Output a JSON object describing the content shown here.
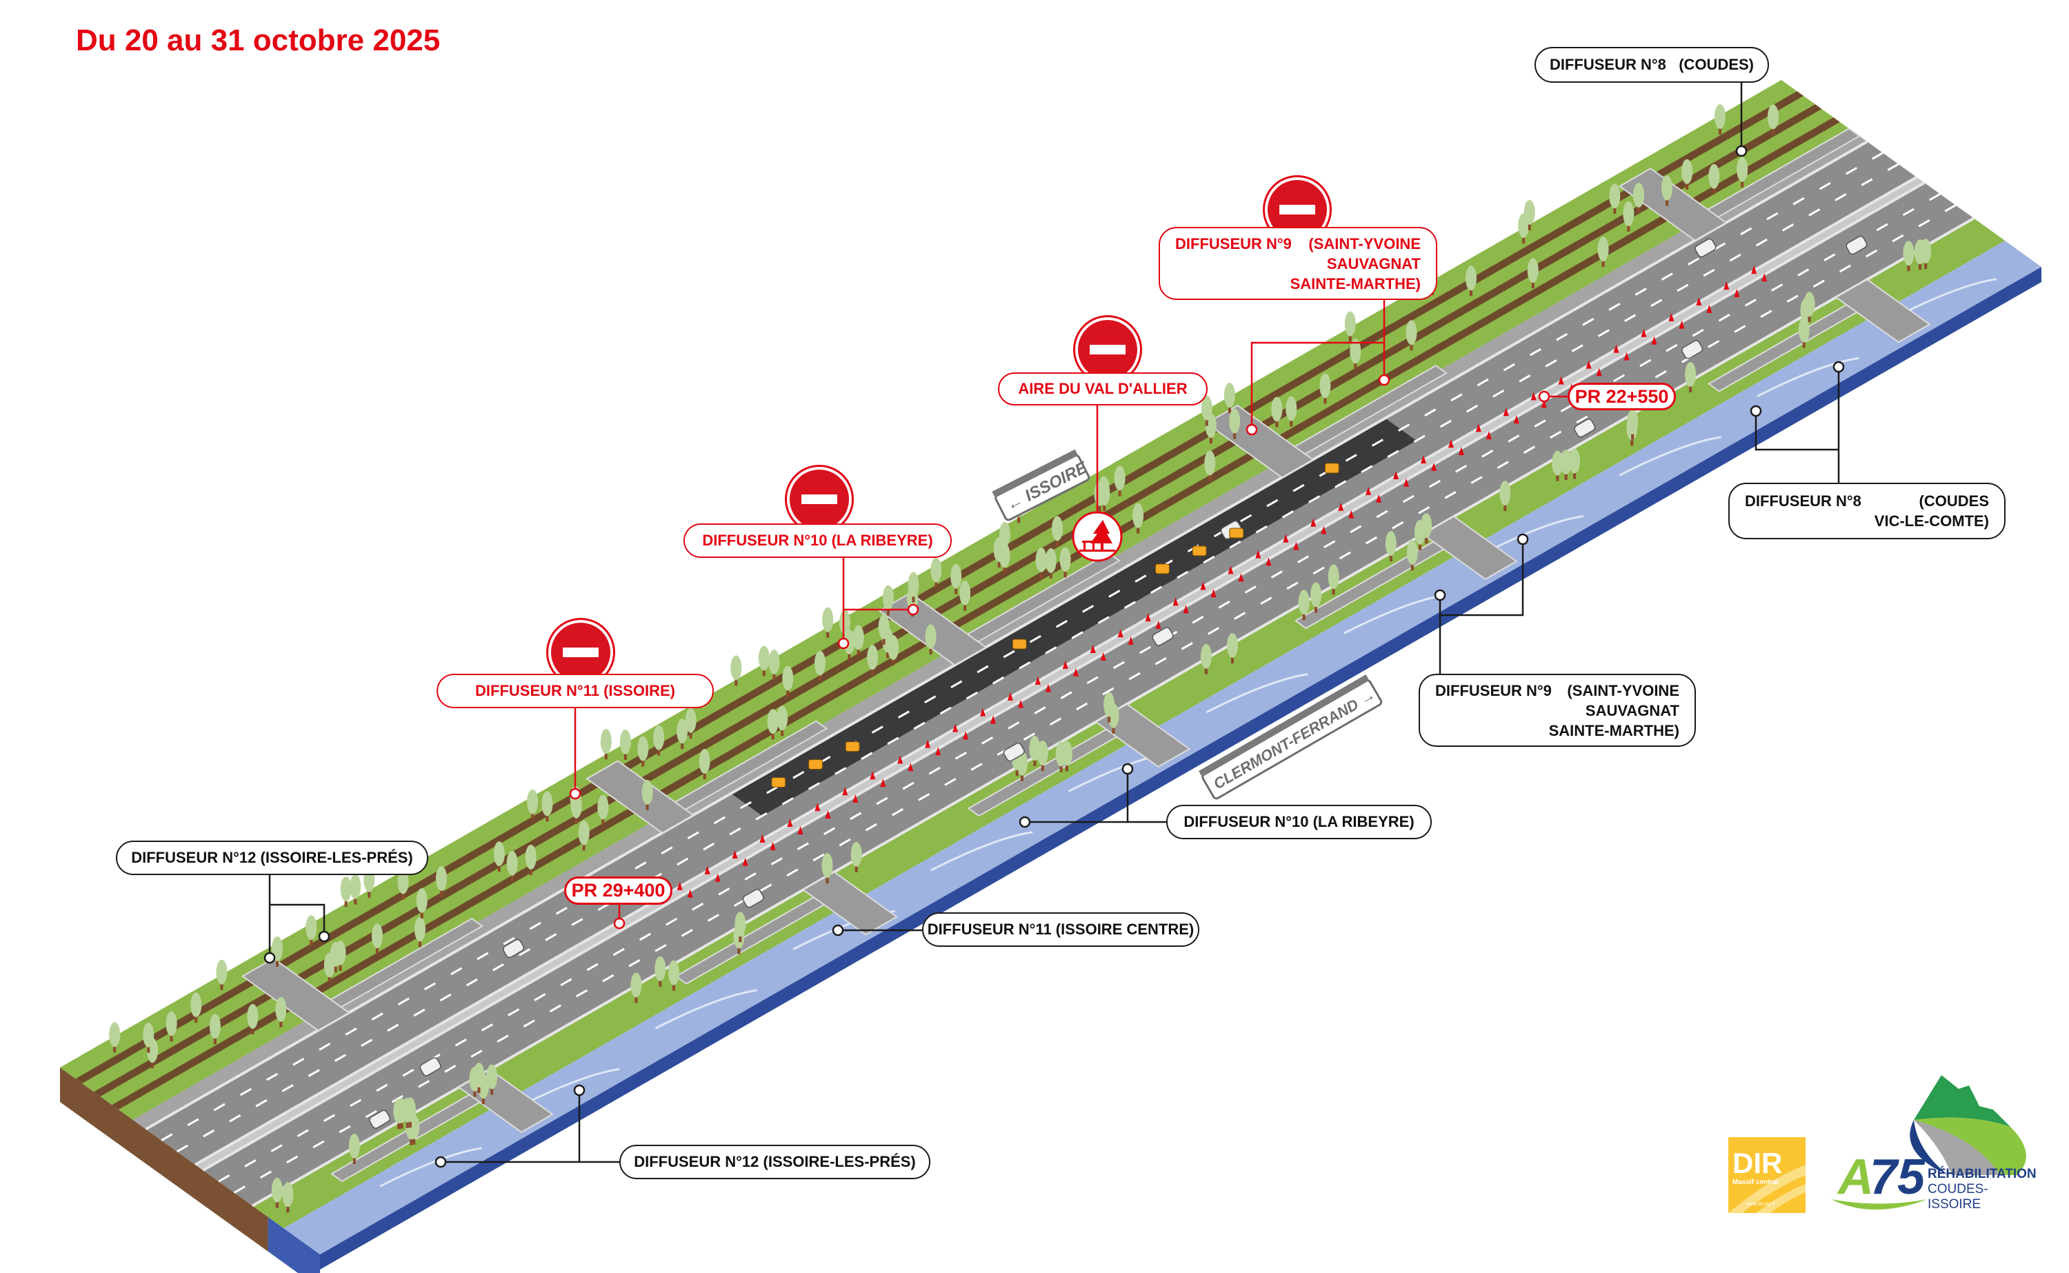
{
  "title": "Du 20 au 31 octobre 2025",
  "colors": {
    "accent_red": "#e30613",
    "grass": "#8db84a",
    "road": "#8c8c8c",
    "asphalt_work": "#3a3a3c",
    "river": "#9fb3e0",
    "earth": "#7a5233"
  },
  "closed_labels": {
    "diffuseur_11": "DIFFUSEUR N°11 (ISSOIRE)",
    "diffuseur_10": "DIFFUSEUR N°10 (LA RIBEYRE)",
    "aire": "AIRE DU VAL D'ALLIER",
    "diffuseur_9": {
      "name": "DIFFUSEUR N°9",
      "line1": "(SAINT-YVOINE",
      "line2": "SAUVAGNAT",
      "line3": "SAINTE-MARTHE)"
    }
  },
  "labels": {
    "diffuseur_8_top": "DIFFUSEUR N°8   (COUDES)",
    "diffuseur_8_right": {
      "name": "DIFFUSEUR N°8",
      "line1": "(COUDES",
      "line2": "VIC-LE-COMTE)"
    },
    "diffuseur_9_right": {
      "name": "DIFFUSEUR N°9",
      "line1": "(SAINT-YVOINE",
      "line2": "SAUVAGNAT",
      "line3": "SAINTE-MARTHE)"
    },
    "diffuseur_10_bottom": "DIFFUSEUR N°10 (LA RIBEYRE)",
    "diffuseur_11_bottom": "DIFFUSEUR N°11 (ISSOIRE CENTRE)",
    "diffuseur_12_bottom": "DIFFUSEUR N°12 (ISSOIRE-LES-PRÉS)",
    "diffuseur_12_top": "DIFFUSEUR N°12 (ISSOIRE-LES-PRÉS)"
  },
  "markers": {
    "pr_start": "PR 29+400",
    "pr_end": "PR 22+550"
  },
  "signs": {
    "north": "ISSOIRE",
    "south": "CLERMONT-FERRAND"
  },
  "icons": {
    "closure": "no-entry-icon",
    "rest_area": "picnic-tree-icon"
  },
  "logos": {
    "dir": {
      "name": "DIR",
      "sub": "Massif central",
      "url": "www.dir-mc.fr"
    },
    "a75": {
      "name": "A75",
      "line1": "RÉHABILITATION",
      "line2": "COUDES-ISSOIRE"
    }
  }
}
